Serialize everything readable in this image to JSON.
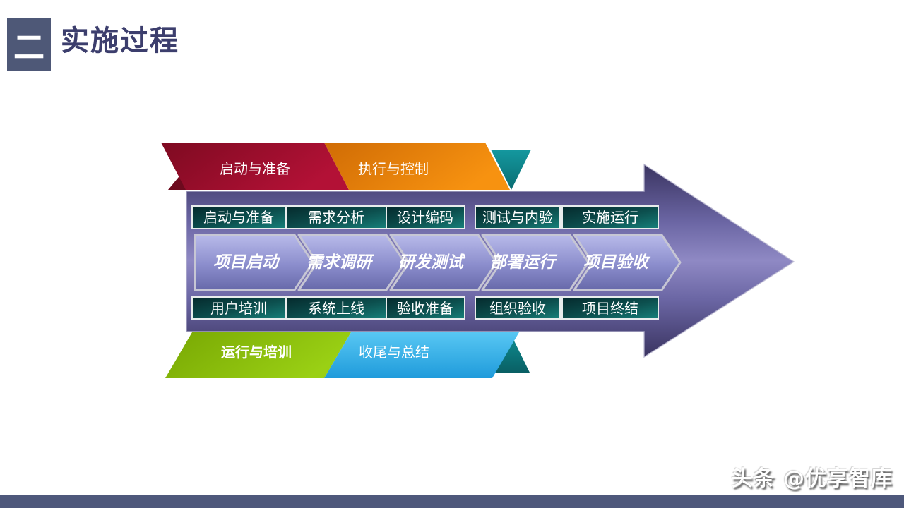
{
  "slide": {
    "section_number": "二",
    "title": "实施过程",
    "watermark": "头条 @优享智库"
  },
  "process": {
    "top_phases": [
      {
        "label": "启动与准备",
        "color": "#9a0e2b"
      },
      {
        "label": "执行与控制",
        "color": "#ef830b"
      }
    ],
    "bottom_phases": [
      {
        "label": "运行与培训",
        "color": "#8ab90a"
      },
      {
        "label": "收尾与总结",
        "color": "#33b2e8"
      }
    ],
    "hidden_phase_color": "#0e8a8f",
    "upper_steps": [
      "启动与准备",
      "需求分析",
      "设计编码",
      "测试与内验",
      "实施运行"
    ],
    "milestones": [
      "项目启动",
      "需求调研",
      "研发测试",
      "部署运行",
      "项目验收"
    ],
    "lower_steps": [
      "用户培训",
      "系统上线",
      "验收准备",
      "组织验收",
      "项目终结"
    ],
    "arrow_colors": {
      "dark": "#3a3461",
      "light": "#8f89c4"
    },
    "step_box_colors": {
      "dark": "#05292c",
      "light": "#17807a"
    }
  }
}
